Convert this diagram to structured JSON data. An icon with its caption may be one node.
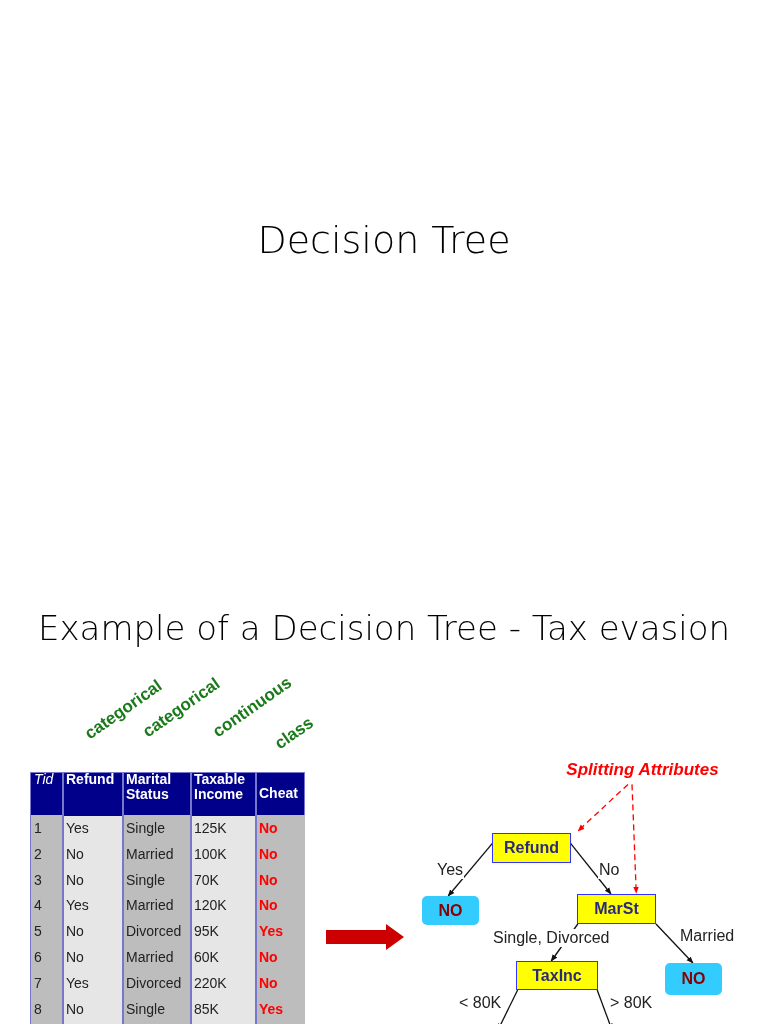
{
  "diagram": {
    "title": "Decision Tree",
    "nodes": [
      {
        "text": [
          "Splitting Attributes"
        ]
      },
      {
        "text": [
          "Refund"
        ]
      },
      {
        "text": [
          "NO"
        ]
      },
      {
        "text": [
          "MarSt"
        ]
      },
      {
        "text": [
          "TaxInc"
        ]
      },
      {
        "text": [
          "NO"
        ]
      }
    ],
    "edges": [
      {
        "from": 0,
        "to": 1,
        "arrow": "to",
        "style": "dashed",
        "color": "#ff0000"
      },
      {
        "from": 0,
        "to": 3,
        "arrow": "to",
        "style": "dashed",
        "color": "#ff0000"
      },
      {
        "from": 1,
        "to": 2,
        "arrow": "to",
        "label": "Yes"
      },
      {
        "from": 1,
        "to": 3,
        "arrow": "to",
        "label": "No"
      },
      {
        "from": 3,
        "to": 4,
        "arrow": "to",
        "label": "Single, Divorced"
      },
      {
        "from": 3,
        "to": 5,
        "arrow": "to",
        "label": "Married"
      },
      {
        "from": 4,
        "to": null,
        "arrow": "to",
        "label": "< 80K"
      },
      {
        "from": 4,
        "to": null,
        "arrow": "to",
        "label": "> 80K"
      }
    ],
    "labels": [
      "Example of a Decision Tree - Tax evasion",
      "categorical",
      "categorical",
      "continuous",
      "class",
      "Tid",
      "Refund",
      "Marital Status",
      "Taxable Income",
      "Cheat",
      "1",
      "Yes",
      "Single",
      "125K",
      "No",
      "2",
      "No",
      "Married",
      "100K",
      "No",
      "3",
      "No",
      "Single",
      "70K",
      "No",
      "4",
      "Yes",
      "Married",
      "120K",
      "No",
      "5",
      "No",
      "Divorced",
      "95K",
      "Yes",
      "6",
      "No",
      "Married",
      "60K",
      "No",
      "7",
      "Yes",
      "Divorced",
      "220K",
      "No",
      "8",
      "No",
      "Single",
      "85K",
      "Yes"
    ]
  }
}
